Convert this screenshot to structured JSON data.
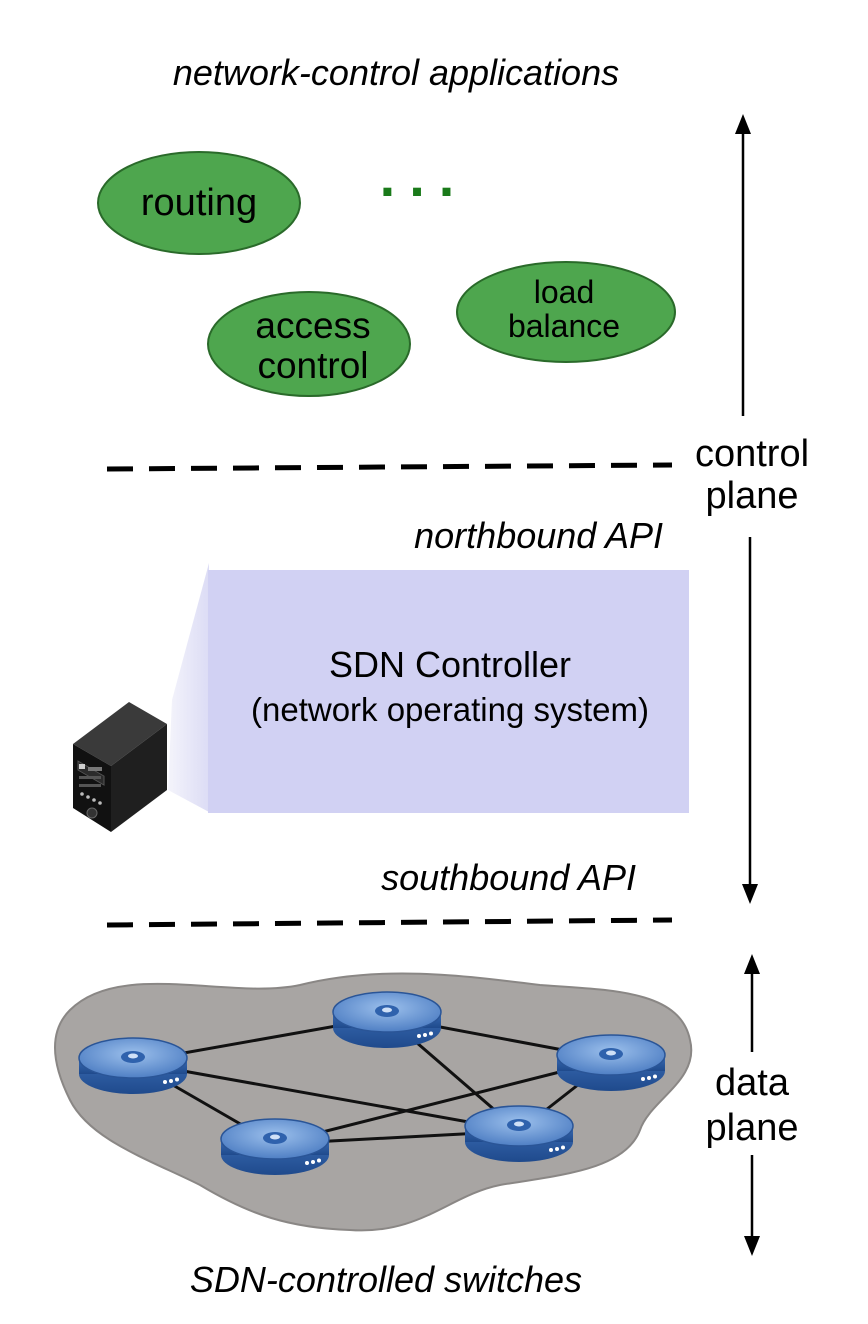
{
  "header": {
    "title": "network-control applications"
  },
  "applications": [
    {
      "label_lines": [
        "routing"
      ]
    },
    {
      "label_lines": [
        "access",
        "control"
      ]
    },
    {
      "label_lines": [
        "load",
        "balance"
      ]
    }
  ],
  "apps_ellipsis": "...",
  "apis": {
    "northbound": "northbound API",
    "southbound": "southbound API"
  },
  "controller": {
    "title": "SDN Controller",
    "subtitle": "(network operating system)"
  },
  "planes": {
    "control": [
      "control",
      "plane"
    ],
    "data": [
      "data",
      "plane"
    ]
  },
  "switches": {
    "caption": "SDN-controlled switches",
    "count": 5
  },
  "icons": {
    "server": "server-tower-icon",
    "switch": "network-switch-icon"
  },
  "colors": {
    "app_fill": "#4ea64e",
    "app_stroke": "#2a6a2a",
    "ellipsis": "#1a7a1a",
    "controller_fill": "#d1d1f3",
    "controller_shade": "#e4e4f7",
    "cloud": "#a8a5a3",
    "switch_body": "#2f5fa8",
    "switch_top": "#5c8fd0"
  }
}
